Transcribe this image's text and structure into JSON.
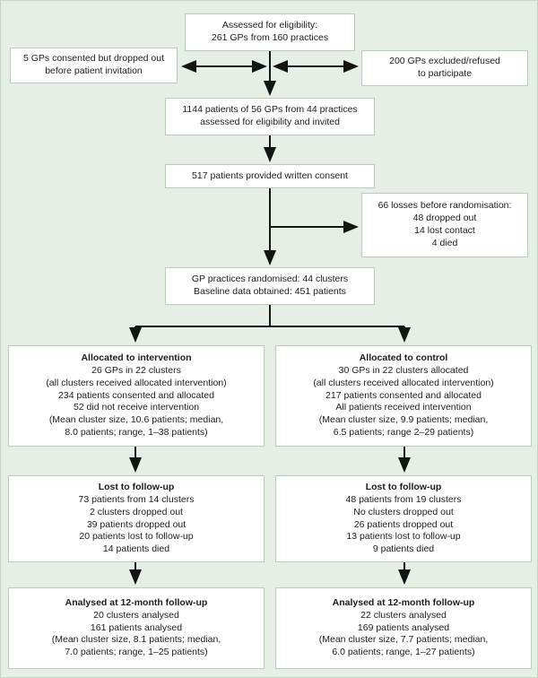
{
  "canvas": {
    "background": "#e6efe6",
    "box_border": "#b9cdb9",
    "arrow_color": "#141414",
    "text_color": "#1c1c1c"
  },
  "flow": {
    "eligibility": {
      "lines": [
        "Assessed for eligibility:",
        "261 GPs from 160 practices"
      ]
    },
    "dropped_out": {
      "lines": [
        "5 GPs consented but dropped out",
        "before patient invitation"
      ]
    },
    "excluded": {
      "lines": [
        "200 GPs excluded/refused",
        "to participate"
      ]
    },
    "invited": {
      "lines": [
        "1144 patients of 56 GPs from 44 practices",
        "assessed for eligibility and invited"
      ]
    },
    "consent": {
      "lines": [
        "517 patients provided written consent"
      ]
    },
    "losses": {
      "lines": [
        "66 losses before randomisation:",
        "48 dropped out",
        "14 lost contact",
        "4 died"
      ]
    },
    "randomised": {
      "lines": [
        "GP practices randomised: 44 clusters",
        "Baseline data obtained: 451 patients"
      ]
    },
    "intervention": {
      "header": "Allocated to intervention",
      "lines": [
        "26 GPs in 22 clusters",
        "(all clusters received allocated intervention)",
        "234 patients consented and allocated",
        "52 did not receive intervention",
        "(Mean cluster size, 10.6 patients; median,",
        "8.0 patients; range, 1–38 patients)"
      ]
    },
    "control": {
      "header": "Allocated to control",
      "lines": [
        "30 GPs in 22 clusters allocated",
        "(all clusters received allocated intervention)",
        "217 patients consented and allocated",
        "All patients received intervention",
        "(Mean cluster size, 9.9 patients; median,",
        "6.5 patients; range 2–29 patients)"
      ]
    },
    "lost_intervention": {
      "header": "Lost to follow-up",
      "lines": [
        "73 patients from 14 clusters",
        "2 clusters dropped out",
        "39 patients dropped out",
        "20 patients lost to follow-up",
        "14 patients died"
      ]
    },
    "lost_control": {
      "header": "Lost to follow-up",
      "lines": [
        "48 patients from 19 clusters",
        "No clusters dropped out",
        "26 patients dropped out",
        "13 patients lost to follow-up",
        "9 patients died"
      ]
    },
    "analysed_intervention": {
      "header": "Analysed at 12-month follow-up",
      "lines": [
        "20 clusters analysed",
        "161 patients analysed",
        "(Mean cluster size, 8.1 patients; median,",
        "7.0 patients; range, 1–25 patients)"
      ]
    },
    "analysed_control": {
      "header": "Analysed at 12-month follow-up",
      "lines": [
        "22 clusters analysed",
        "169 patients analysed",
        "(Mean cluster size, 7.7 patients; median,",
        "6.0 patients; range, 1–27 patients)"
      ]
    }
  }
}
